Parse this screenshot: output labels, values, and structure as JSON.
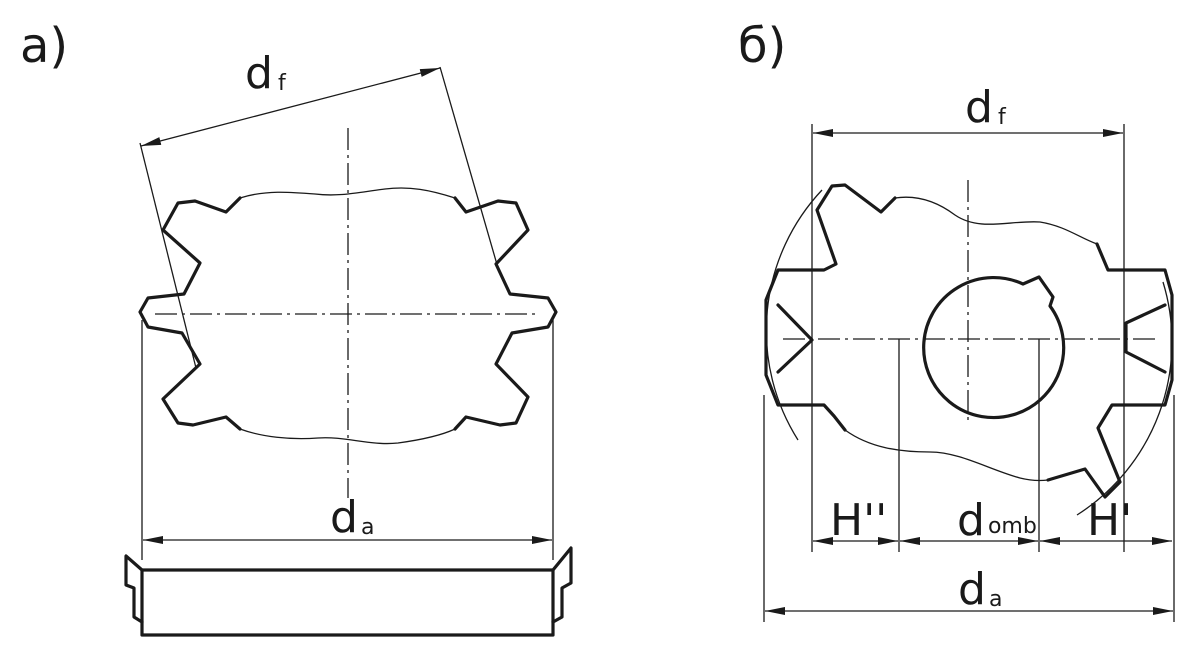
{
  "diagram": {
    "panel_a": {
      "label": "а)",
      "dims": {
        "df": {
          "main": "d",
          "sub": "f"
        },
        "da": {
          "main": "d",
          "sub": "a"
        }
      }
    },
    "panel_b": {
      "label": "б)",
      "dims": {
        "df": {
          "main": "d",
          "sub": "f"
        },
        "da": {
          "main": "d",
          "sub": "a"
        },
        "dotv": {
          "main": "d",
          "sub": "omb"
        },
        "h2": {
          "main": "H''"
        },
        "h1": {
          "main": "H'"
        }
      }
    }
  }
}
